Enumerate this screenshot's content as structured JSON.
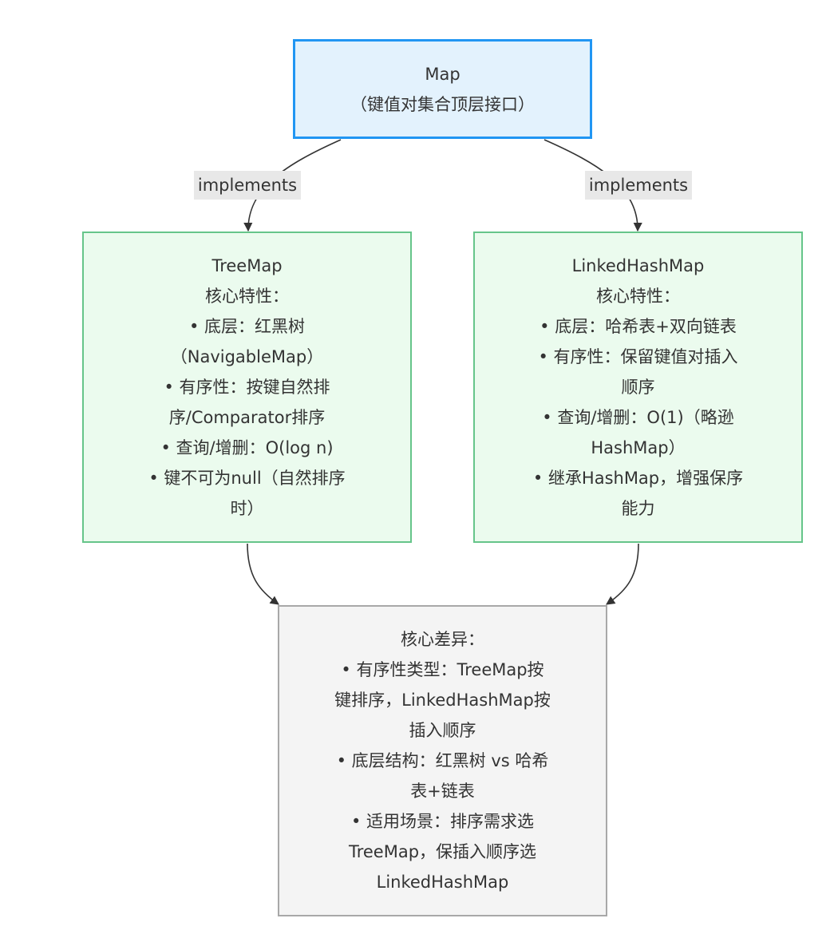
{
  "nodes": {
    "map": {
      "lines": [
        "Map",
        "（键值对集合顶层接口）"
      ]
    },
    "treemap": {
      "lines": [
        "TreeMap",
        "核心特性：",
        "• 底层：红黑树",
        "（NavigableMap）",
        "• 有序性：按键自然排",
        "序/Comparator排序",
        "• 查询/增删：O(log n)",
        "• 键不可为null（自然排序",
        "时）"
      ]
    },
    "linked": {
      "lines": [
        "LinkedHashMap",
        "核心特性：",
        "• 底层：哈希表+双向链表",
        "• 有序性：保留键值对插入",
        "顺序",
        "• 查询/增删：O(1)（略逊",
        "HashMap）",
        "• 继承HashMap，增强保序",
        "能力"
      ]
    },
    "diff": {
      "lines": [
        "核心差异：",
        "• 有序性类型：TreeMap按",
        "键排序，LinkedHashMap按",
        "插入顺序",
        "• 底层结构：红黑树 vs 哈希",
        "表+链表",
        "• 适用场景：排序需求选",
        "TreeMap，保插入顺序选",
        "LinkedHashMap"
      ]
    }
  },
  "edges": {
    "map_to_treemap": "implements",
    "map_to_linked": "implements"
  },
  "colors": {
    "map_fill": "#e3f2fd",
    "map_border": "#2196f3",
    "impl_fill": "#ebfbee",
    "impl_border": "#66c58a",
    "diff_fill": "#f4f4f4",
    "diff_border": "#a8a8a8",
    "edge_stroke": "#333333",
    "label_bg": "#e8e8e8"
  }
}
